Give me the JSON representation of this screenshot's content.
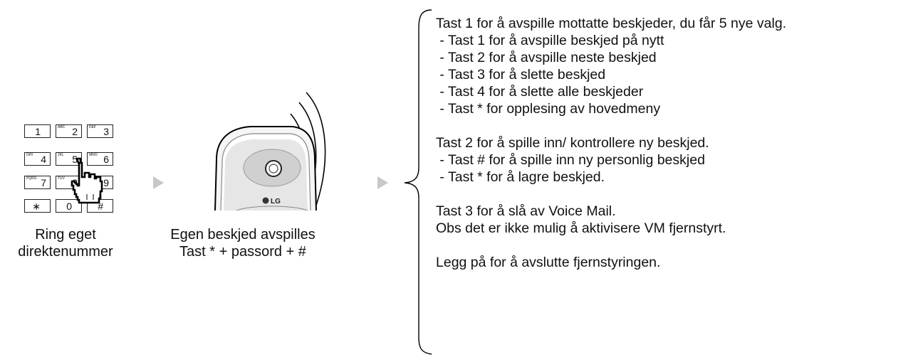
{
  "keypad": {
    "keys": [
      {
        "sub": "",
        "num": "1"
      },
      {
        "sub": "ABC",
        "num": "2"
      },
      {
        "sub": "DEF",
        "num": "3"
      },
      {
        "sub": "GHI",
        "num": "4"
      },
      {
        "sub": "JKL",
        "num": "5"
      },
      {
        "sub": "MNO",
        "num": "6"
      },
      {
        "sub": "PQRS",
        "num": "7"
      },
      {
        "sub": "TUV",
        "num": "8"
      },
      {
        "sub": "WXYZ",
        "num": "9"
      },
      {
        "sub": "",
        "num": "∗"
      },
      {
        "sub": "",
        "num": "0"
      },
      {
        "sub": "",
        "num": "#"
      }
    ]
  },
  "steps": [
    {
      "caption_line1": "Ring eget",
      "caption_line2": "direktenummer"
    },
    {
      "caption_line1": "Egen beskjed avspilles",
      "caption_line2": "Tast * + passord + #"
    }
  ],
  "phone": {
    "brand": "LG"
  },
  "menu": {
    "lines": [
      "Tast 1 for å avspille mottatte beskjeder, du får 5 nye valg.",
      " - Tast 1 for å avspille beskjed på nytt",
      " - Tast 2 for å avspille neste beskjed",
      " - Tast 3 for å slette beskjed",
      " - Tast 4 for å slette alle beskjeder",
      " - Tast * for opplesing av hovedmeny",
      "",
      "Tast 2 for å spille inn/ kontrollere ny beskjed.",
      " - Tast # for å spille inn ny personlig beskjed",
      " - Tast * for å lagre beskjed.",
      "",
      "Tast 3 for å slå av Voice Mail.",
      "Obs det er ikke mulig å aktivisere VM fjernstyrt.",
      "",
      "Legg på for å avslutte fjernstyringen."
    ]
  }
}
